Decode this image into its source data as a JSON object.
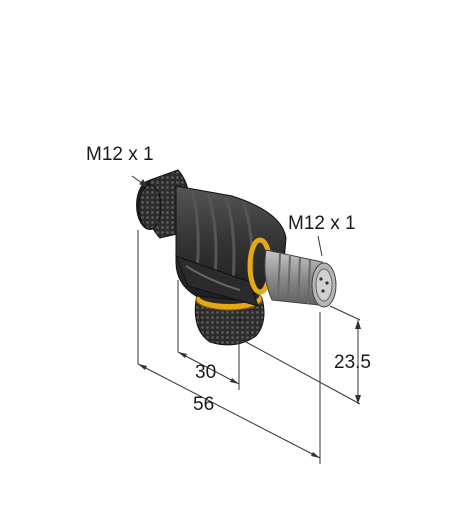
{
  "labels": {
    "thread_left": "M12 x 1",
    "thread_right": "M12 x 1",
    "dim_30": "30",
    "dim_56": "56",
    "dim_23_5": "23.5"
  },
  "colors": {
    "body": "#3b3b3b",
    "knurl": "#2a2a2a",
    "ring": "#e6a817",
    "metal": "#9a9a9a",
    "line": "#333333"
  }
}
